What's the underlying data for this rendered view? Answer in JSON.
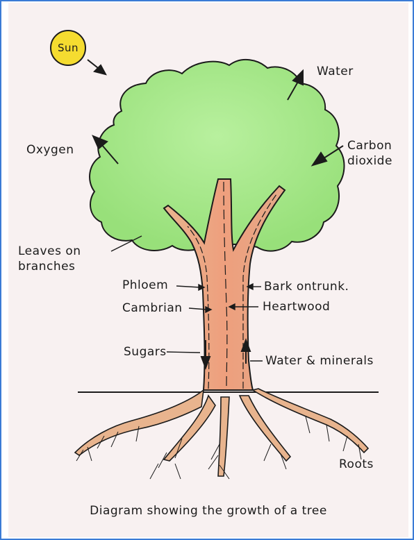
{
  "labels": {
    "sun": "Sun",
    "water": "Water",
    "oxygen": "Oxygen",
    "carbon_line1": "Carbon",
    "carbon_line2": "dioxide",
    "leaves_line1": "Leaves on",
    "leaves_line2": "branches",
    "phloem": "Phloem",
    "bark": "Bark ontrunk.",
    "cambrian": "Cambrian",
    "heartwood": "Heartwood",
    "sugars": "Sugars",
    "water_minerals": "Water & minerals",
    "roots": "Roots"
  },
  "caption": "Diagram showing the growth of a tree",
  "colors": {
    "page_border": "#3a7bd5",
    "paper": "#f8f1f1",
    "canopy": "#a6e88c",
    "trunk": "#e6a07c",
    "sun": "#f5dc30",
    "ink": "#1b1b1b"
  }
}
